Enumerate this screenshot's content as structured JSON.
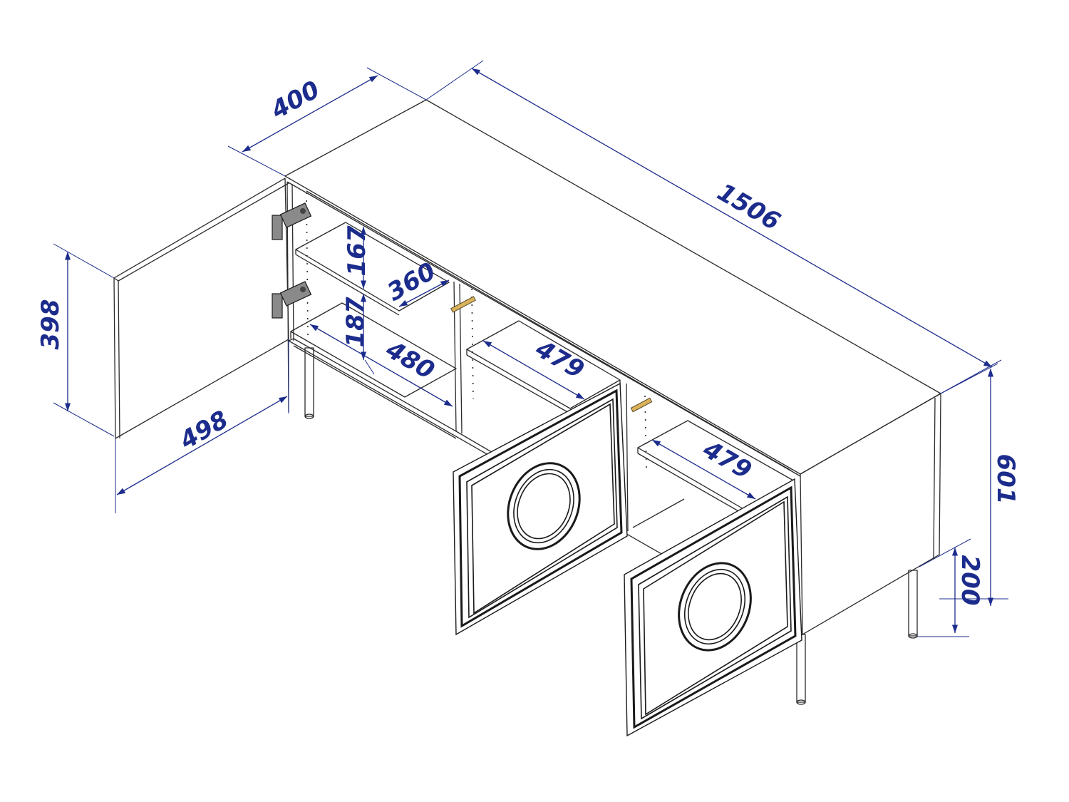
{
  "dimensions": {
    "depth": "400",
    "width": "1506",
    "door_height": "398",
    "door_width": "498",
    "height": "601",
    "leg_height": "200",
    "upper_gap": "167",
    "lower_gap": "187",
    "shelf_depth": "360",
    "left_bottom_width": "480",
    "middle_shelf_width": "479",
    "right_shelf_width": "479"
  },
  "colors": {
    "dimension": "#1c2c8c",
    "outline": "#2a2a2a",
    "handle": "#d9b25a"
  }
}
